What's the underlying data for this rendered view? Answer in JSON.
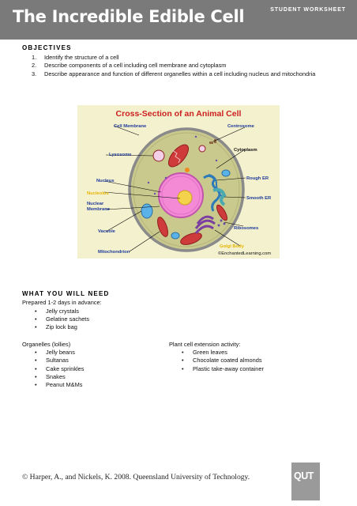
{
  "header": {
    "title": "The Incredible Edible Cell",
    "tag": "STUDENT WORKSHEET"
  },
  "objectives": {
    "heading": "OBJECTIVES",
    "items": [
      {
        "num": "1.",
        "text": "Identify the structure of a cell"
      },
      {
        "num": "2.",
        "text": "Describe components of a cell including cell membrane and cytoplasm"
      },
      {
        "num": "3.",
        "text": "Describe appearance and function of different organelles within a cell including nucleus and mitochondria"
      }
    ]
  },
  "figure": {
    "title": "Cross-Section of an Animal Cell",
    "labels": {
      "cell_membrane": "Cell Membrane",
      "centrosome": "Centrosome",
      "lysosome": "Lysosome",
      "cytoplasm": "Cytoplasm",
      "nucleus": "Nucleus",
      "rough_er": "Rough ER",
      "nucleolus": "Nucleolus",
      "smooth_er": "Smooth ER",
      "nuclear": "Nuclear",
      "membrane": "Membrane",
      "vacuole": "Vacuole",
      "ribosomes": "Ribosomes",
      "golgi_body": "Golgi Body",
      "mitochondrion": "Mitochondrion",
      "credit": "©EnchantedLearning.com"
    },
    "colors": {
      "cell_outline": "#8a8a8a",
      "cytoplasm": "#c9c98e",
      "nucleus": "#f48ad6",
      "nucleolus": "#f4d24c",
      "mitochondria": "#cf3a3a",
      "vacuole": "#5ab2e8",
      "golgi": "#7a3fa0",
      "smooth_er": "#4aa8b0",
      "label_blue": "#1e3a9a",
      "label_yellow": "#e6b400"
    }
  },
  "need": {
    "heading": "WHAT YOU WILL NEED",
    "intro": "Prepared 1-2 days in advance:",
    "advance_items": [
      "Jelly crystals",
      "Gelatine sachets",
      "Zip lock bag"
    ],
    "organelles_heading": "Organelles (lollies)",
    "organelles": [
      "Jelly beans",
      "Sultanas",
      "Cake sprinkles",
      "Snakes",
      "Peanut M&Ms"
    ],
    "plant_heading": "Plant cell extension activity:",
    "plant_items": [
      "Green leaves",
      "Chocolate coated almonds",
      "Plastic take-away container"
    ]
  },
  "footer": {
    "citation": "© Harper, A., and Nickels, K. 2008. Queensland University of Technology.",
    "logo": "QUT"
  }
}
